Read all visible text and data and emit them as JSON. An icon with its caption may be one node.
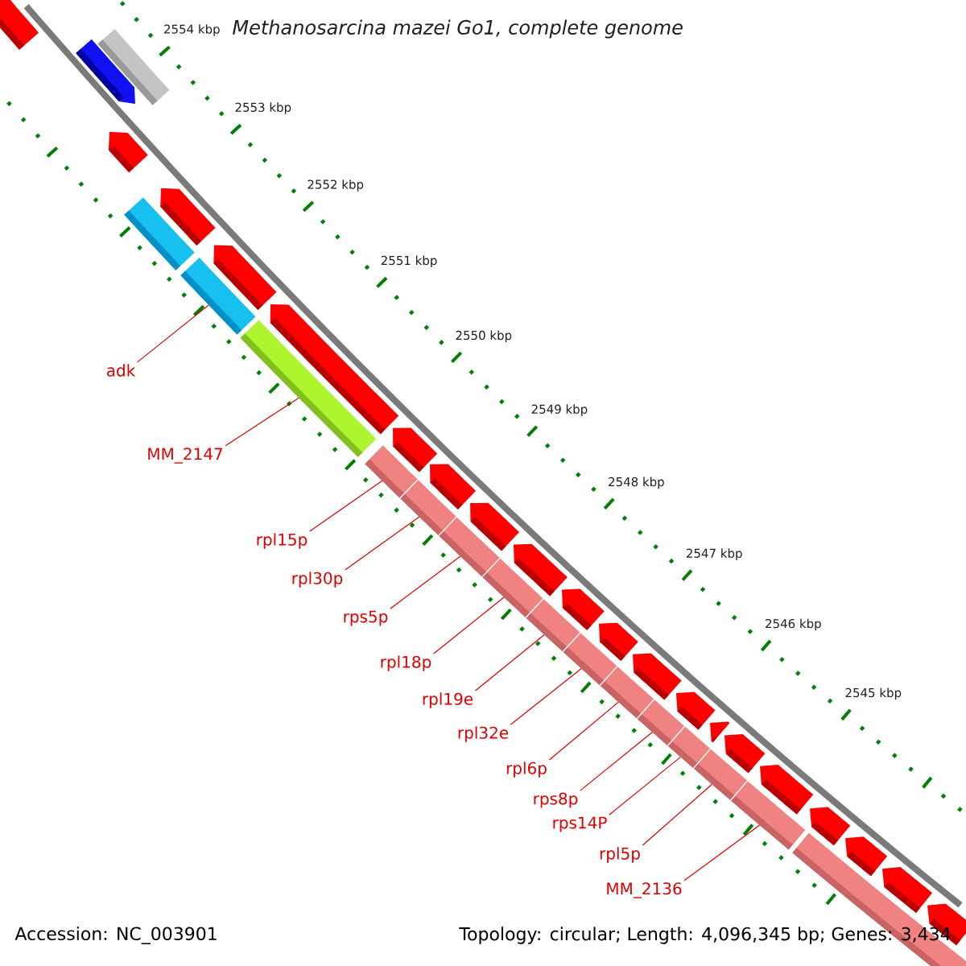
{
  "diagram": {
    "title": "Methanosarcina mazei Go1, complete genome",
    "nodes": [
      {
        "text": [
          "adk"
        ]
      },
      {
        "text": [
          "MM_2147"
        ]
      },
      {
        "text": [
          "rpl15p"
        ]
      },
      {
        "text": [
          "rpl30p"
        ]
      },
      {
        "text": [
          "rps5p"
        ]
      },
      {
        "text": [
          "rpl18p"
        ]
      },
      {
        "text": [
          "rpl19e"
        ]
      },
      {
        "text": [
          "rpl32e"
        ]
      },
      {
        "text": [
          "rpl6p"
        ]
      },
      {
        "text": [
          "rps8p"
        ]
      },
      {
        "text": [
          "rps14P"
        ]
      },
      {
        "text": [
          "rpl5p"
        ]
      },
      {
        "text": [
          "MM_2136"
        ]
      },
      {
        "text": [],
        "shape": "bar"
      },
      {
        "text": [],
        "shape": "bar"
      },
      {
        "text": [],
        "shape": "bar"
      },
      {
        "text": [],
        "shape": "bar"
      },
      {
        "text": [],
        "shape": "bar"
      },
      {
        "text": [],
        "shape": "bar"
      },
      {
        "text": [],
        "shape": "bar"
      },
      {
        "text": [],
        "shape": "bar"
      },
      {
        "text": [],
        "shape": "bar"
      },
      {
        "text": [],
        "shape": "bar"
      },
      {
        "text": [],
        "shape": "bar"
      },
      {
        "text": [],
        "shape": "bar"
      },
      {
        "text": [],
        "shape": "bar"
      },
      {
        "text": [],
        "shape": "bar"
      },
      {
        "text": [],
        "shape": "pentagon"
      },
      {
        "text": [],
        "shape": "pentagon"
      },
      {
        "text": [],
        "shape": "pentagon"
      },
      {
        "text": [],
        "shape": "pentagon"
      },
      {
        "text": [],
        "shape": "pentagon"
      },
      {
        "text": [],
        "shape": "pentagon"
      },
      {
        "text": [],
        "shape": "pentagon"
      },
      {
        "text": [],
        "shape": "pentagon"
      },
      {
        "text": [],
        "shape": "pentagon"
      },
      {
        "text": [],
        "shape": "pentagon"
      },
      {
        "text": [],
        "shape": "pentagon"
      },
      {
        "text": [],
        "shape": "pentagon"
      },
      {
        "text": [],
        "shape": "pentagon"
      },
      {
        "text": [],
        "shape": "pentagon"
      },
      {
        "text": [],
        "shape": "pentagon"
      },
      {
        "text": [],
        "shape": "pentagon"
      },
      {
        "text": [],
        "shape": "pentagon"
      },
      {
        "text": [],
        "shape": "pentagon"
      },
      {
        "text": [],
        "shape": "pentagon"
      },
      {
        "text": [],
        "shape": "pentagon"
      },
      {
        "text": [],
        "shape": "pentagon"
      },
      {
        "text": [],
        "shape": "bar"
      },
      {
        "text": [],
        "shape": "bar"
      }
    ],
    "edges": [
      {
        "from": 0,
        "to": 13,
        "arrow": "none"
      },
      {
        "from": 1,
        "to": 14,
        "arrow": "none"
      },
      {
        "from": 2,
        "to": 15,
        "arrow": "none"
      },
      {
        "from": 3,
        "to": 16,
        "arrow": "none"
      },
      {
        "from": 4,
        "to": 17,
        "arrow": "none"
      },
      {
        "from": 5,
        "to": 18,
        "arrow": "none"
      },
      {
        "from": 6,
        "to": 19,
        "arrow": "none"
      },
      {
        "from": 7,
        "to": 20,
        "arrow": "none"
      },
      {
        "from": 8,
        "to": 21,
        "arrow": "none"
      },
      {
        "from": 9,
        "to": 22,
        "arrow": "none"
      },
      {
        "from": 10,
        "to": 23,
        "arrow": "none"
      },
      {
        "from": 11,
        "to": 24,
        "arrow": "none"
      },
      {
        "from": 12,
        "to": 25,
        "arrow": "none"
      }
    ],
    "labels": [
      "2554 kbp",
      "2553 kbp",
      "2552 kbp",
      "2551 kbp",
      "2550 kbp",
      "2549 kbp",
      "2548 kbp",
      "2547 kbp",
      "2546 kbp",
      "2545 kbp",
      "Accession: NC_003901",
      "Topology: circular; Length: 4,096,345 bp; Genes: 3,434"
    ]
  }
}
